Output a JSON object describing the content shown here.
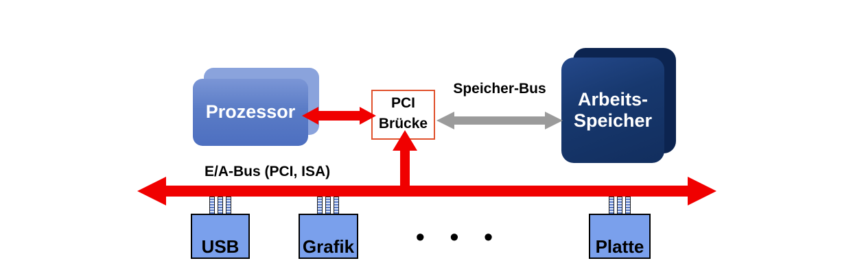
{
  "diagram": {
    "type": "hardware-bus-architecture",
    "background": "#ffffff",
    "nodes": {
      "prozessor": {
        "label": "Prozessor"
      },
      "pci_bridge": {
        "line1": "PCI",
        "line2": "Brücke"
      },
      "arbeitsspeicher": {
        "line1": "Arbeits-",
        "line2": "Speicher"
      }
    },
    "buses": {
      "speicher_bus": {
        "label": "Speicher-Bus",
        "color": "#9b9b9b",
        "style": "double-arrow"
      },
      "ea_bus": {
        "label": "E/A-Bus (PCI, ISA)",
        "color": "#f00000",
        "style": "double-arrow"
      },
      "prozessor_bridge_link": {
        "color": "#f00000",
        "style": "double-arrow"
      },
      "bridge_ea_link": {
        "color": "#f00000",
        "style": "up-arrow"
      }
    },
    "devices": [
      {
        "label": "USB"
      },
      {
        "label": "Grafik"
      },
      {
        "label": "Platte"
      }
    ],
    "ellipsis": "• • •",
    "colors": {
      "prozessor_front": "#5b7cc6",
      "prozessor_back": "#8aa3dc",
      "speicher_front": "#17386e",
      "speicher_back": "#0c2450",
      "device_fill": "#7aa0ec",
      "bridge_border": "#e0512c",
      "arrow_red": "#f00000",
      "arrow_gray": "#9b9b9b"
    }
  }
}
